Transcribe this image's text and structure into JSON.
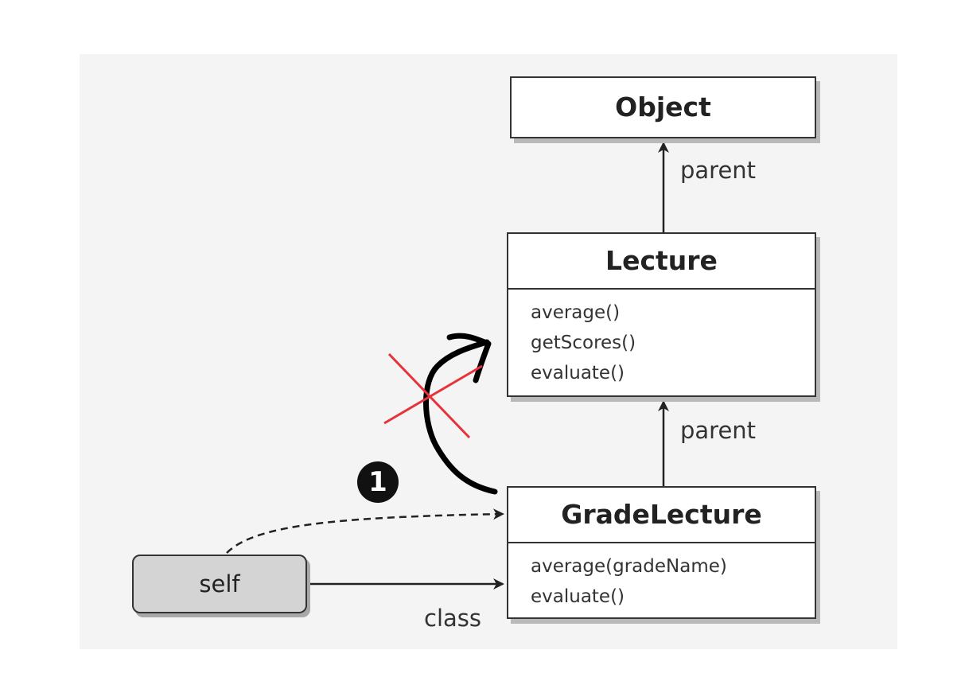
{
  "diagram": {
    "object_box": {
      "title": "Object"
    },
    "lecture_box": {
      "title": "Lecture",
      "methods": [
        "average()",
        "getScores()",
        "evaluate()"
      ]
    },
    "grade_box": {
      "title": "GradeLecture",
      "methods": [
        "average(gradeName)",
        "evaluate()"
      ]
    },
    "self_box": {
      "label": "self"
    },
    "edge_labels": {
      "parent_top": "parent",
      "parent_bottom": "parent",
      "class": "class"
    },
    "step_marker": "1"
  },
  "colors": {
    "box_border": "#333333",
    "self_fill": "#d4d4d4",
    "cross_out": "#e8323a",
    "handdrawn_arrow": "#000000"
  }
}
